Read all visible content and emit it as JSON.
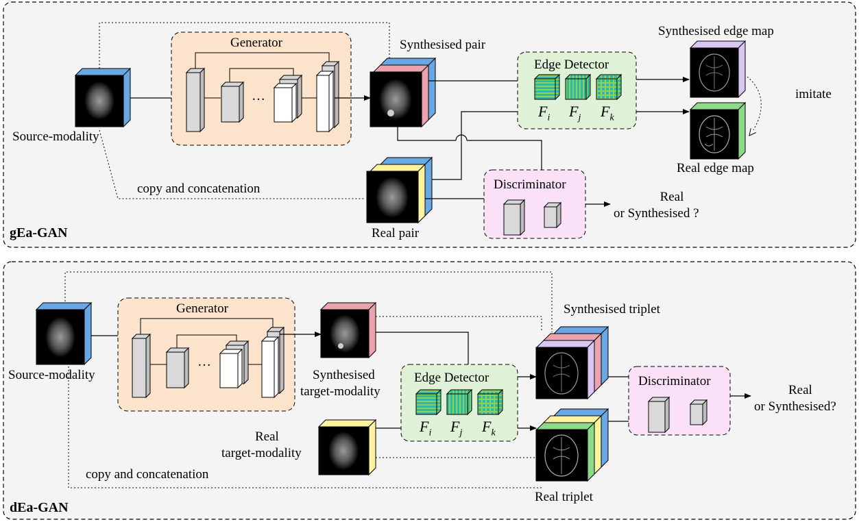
{
  "top": {
    "panel_label": "gEa-GAN",
    "source_label": "Source-modality",
    "generator_title": "Generator",
    "ellipsis": "…",
    "synth_pair_label": "Synthesised pair",
    "edge_detector_title": "Edge Detector",
    "filters": [
      "F",
      "F",
      "F"
    ],
    "filter_subs": [
      "i",
      "j",
      "k"
    ],
    "synth_edge_map_label": "Synthesised edge map",
    "imitate_label": "imitate",
    "real_edge_map_label": "Real edge map",
    "copy_concat_label": "copy and concatenation",
    "real_pair_label": "Real pair",
    "discriminator_title": "Discriminator",
    "output_line1": "Real",
    "output_line2": "or Synthesised ?"
  },
  "bottom": {
    "panel_label": "dEa-GAN",
    "source_label": "Source-modality",
    "generator_title": "Generator",
    "ellipsis": "…",
    "synth_target_line1": "Synthesised",
    "synth_target_line2": "target-modality",
    "edge_detector_title": "Edge Detector",
    "filters": [
      "F",
      "F",
      "F"
    ],
    "filter_subs": [
      "i",
      "j",
      "k"
    ],
    "synth_triplet_label": "Synthesised triplet",
    "real_target_line1": "Real",
    "real_target_line2": "target-modality",
    "copy_concat_label": "copy and concatenation",
    "real_triplet_label": "Real triplet",
    "discriminator_title": "Discriminator",
    "output_line1": "Real",
    "output_line2": "or Synthesised?"
  },
  "colors": {
    "generator_fill": "#fbe3cc",
    "edge_detector_fill": "#dff2d8",
    "discriminator_fill": "#fbe1f7",
    "panel_fill": "#f4f4f4",
    "source_side": "#6aa8e4",
    "synth_side": "#eba3ad",
    "real_side": "#fbf3a0",
    "edge_synth_side": "#d9c6f2",
    "edge_real_side": "#8fd98a",
    "filter_fill": "#2fb8a3",
    "filter_stripe": "#8ad25a"
  }
}
